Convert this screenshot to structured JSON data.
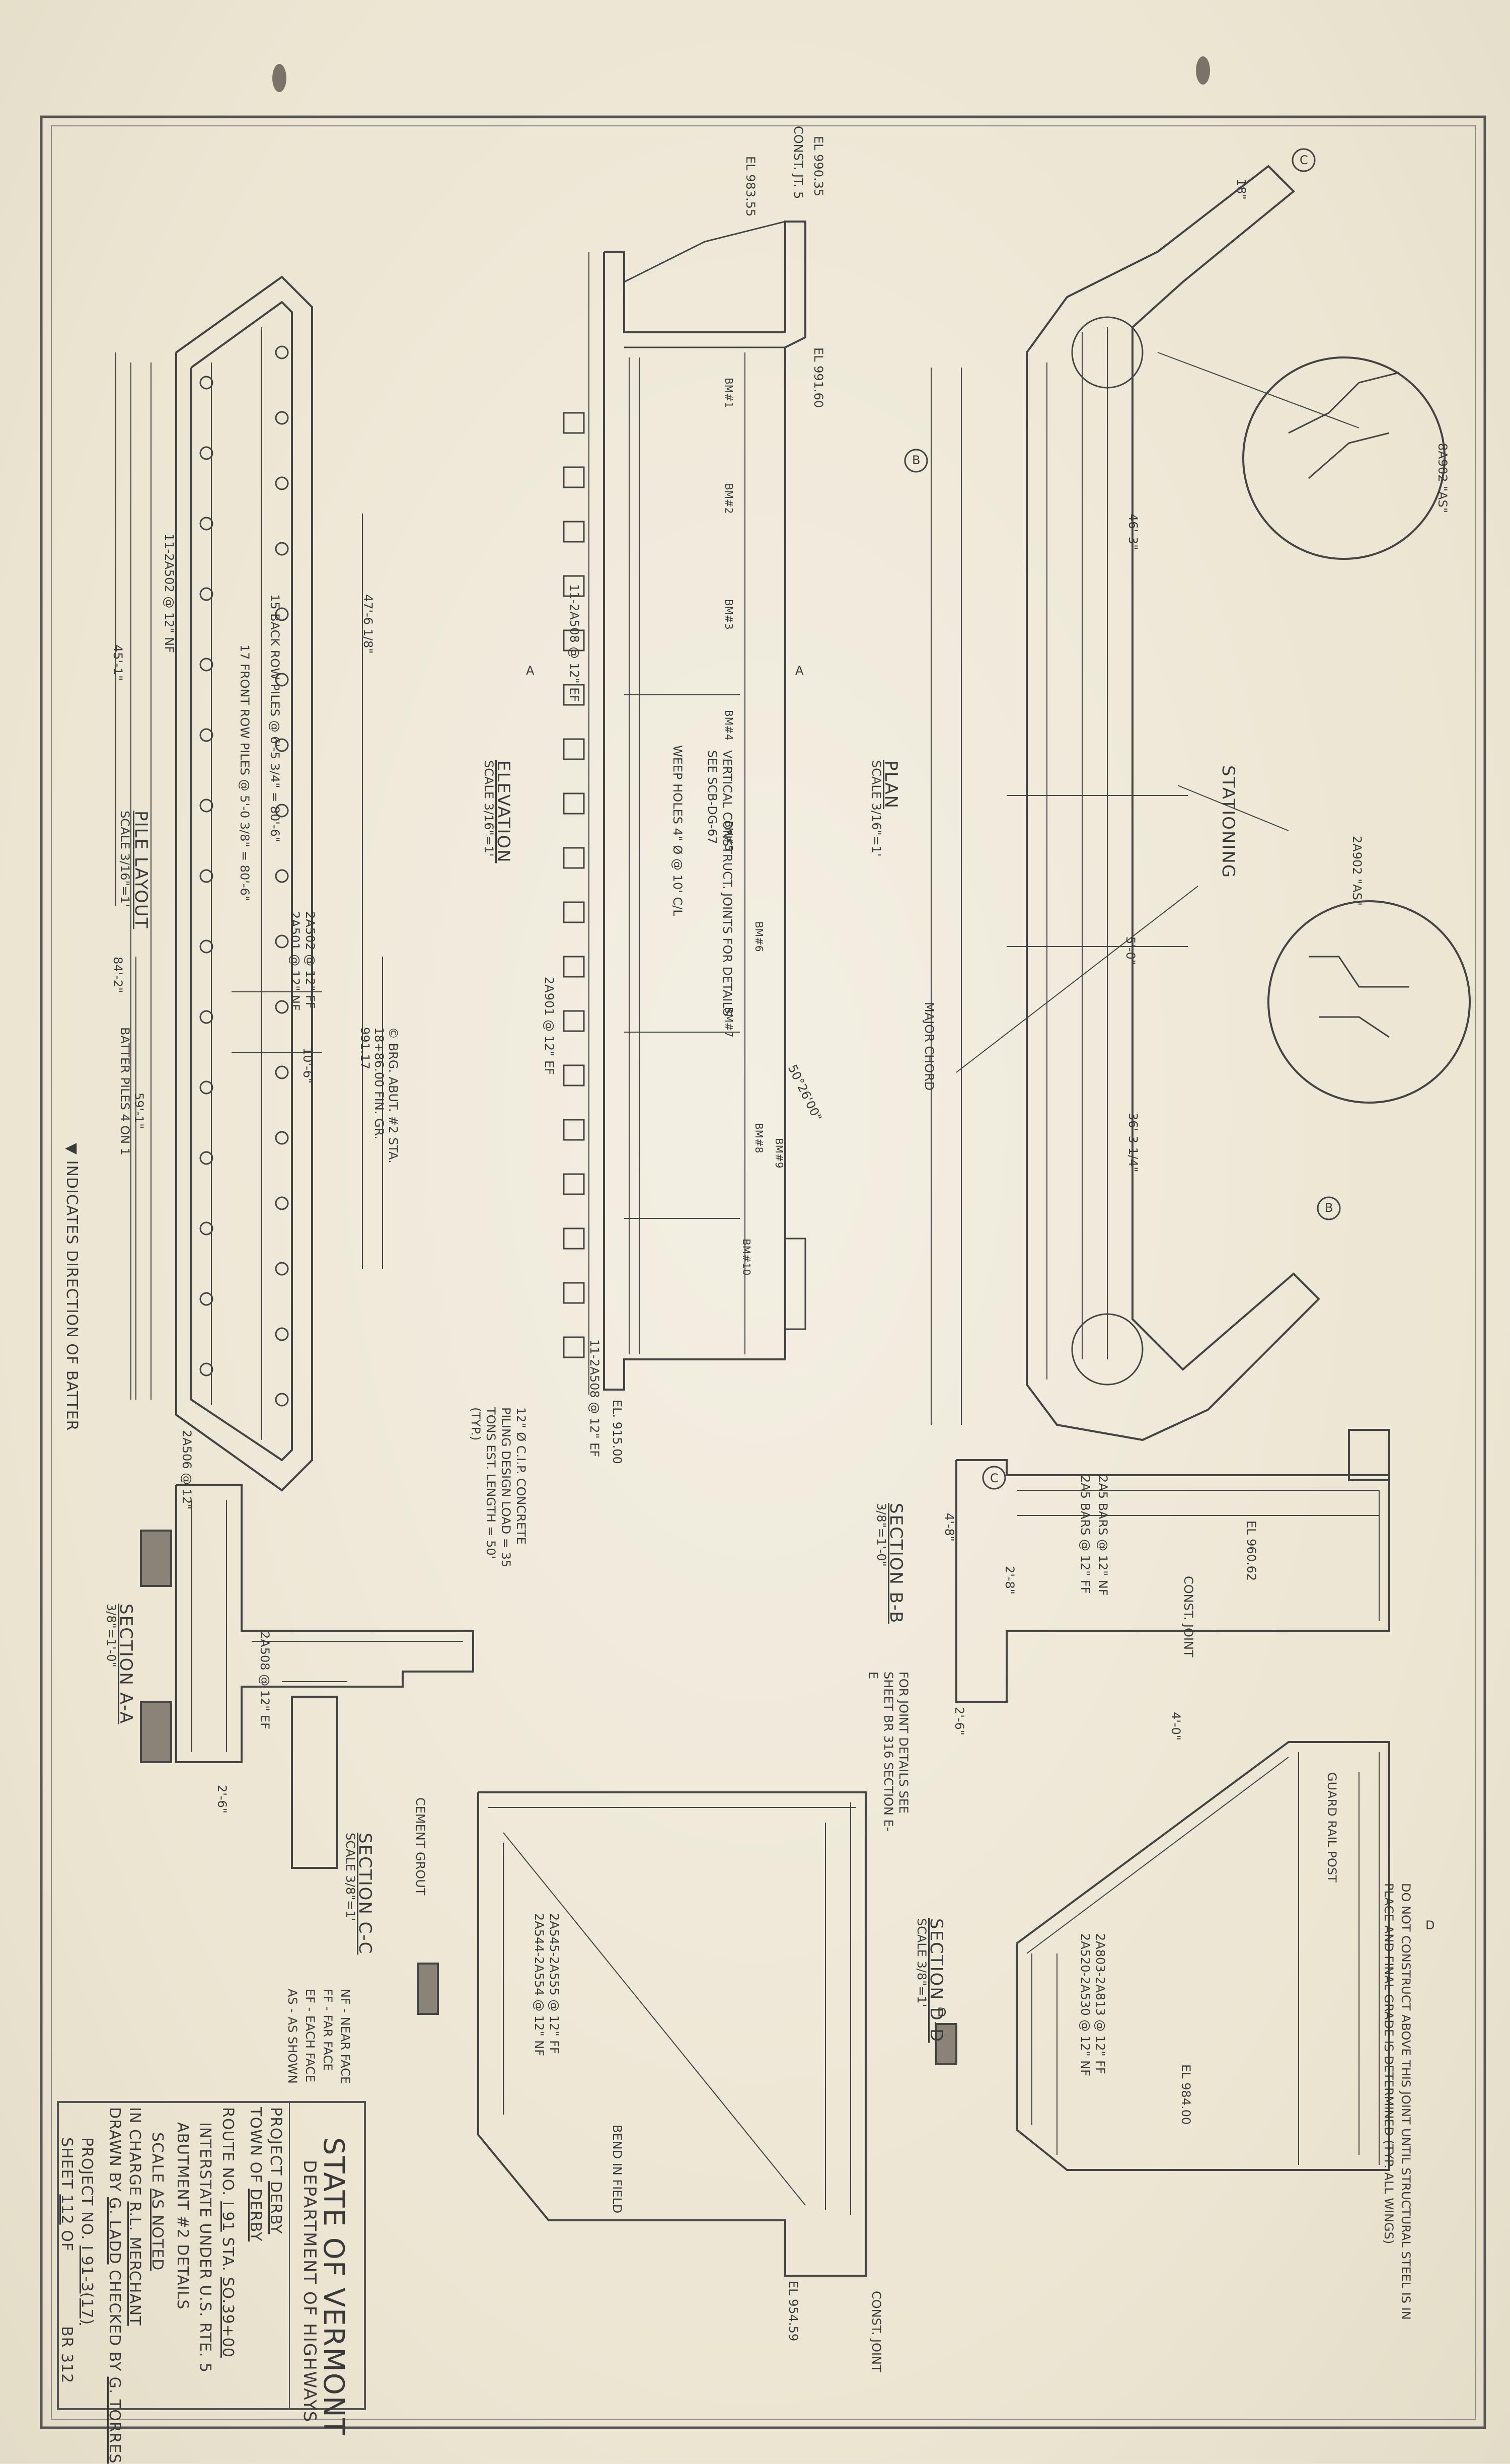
{
  "title_block": {
    "agency": "STATE OF VERMONT",
    "department": "DEPARTMENT OF HIGHWAYS",
    "project_label": "PROJECT",
    "project": "DERBY",
    "town_label": "TOWN OF",
    "town": "DERBY",
    "route_label": "ROUTE NO.",
    "route": "I 91",
    "station_label": "STA.",
    "station": "SO.39+00",
    "description_1": "INTERSTATE UNDER U.S. RTE. 5",
    "description_2": "ABUTMENT #2 DETAILS",
    "scale_label": "SCALE",
    "scale": "AS NOTED",
    "in_charge_label": "IN CHARGE",
    "in_charge": "R.L. MERCHANT",
    "drawn_label": "DRAWN BY",
    "drawn": "G. LADD",
    "checked_label": "CHECKED BY",
    "checked": "G. TORRES",
    "project_no_label": "PROJECT NO.",
    "project_no": "I 91-3(17)",
    "sheet_label": "SHEET",
    "sheet_no": "112",
    "of_label": "OF",
    "sheet_code": "BR 312"
  },
  "views": {
    "pile_layout": "PILE LAYOUT",
    "pile_layout_scale": "SCALE 3/16\"=1'",
    "elevation": "ELEVATION",
    "elevation_scale": "SCALE 3/16\"=1'",
    "plan": "PLAN",
    "plan_scale": "SCALE 3/16\"=1'",
    "section_aa": "SECTION A-A",
    "section_aa_scale": "3/8\"=1'-0\"",
    "section_bb": "SECTION B-B",
    "section_bb_scale": "3/8\"=1'-0\"",
    "section_cc": "SECTION C-C",
    "section_cc_scale": "SCALE 3/8\"=1'",
    "section_dd": "SECTION D-D",
    "section_dd_scale": "SCALE 3/8\"=1'"
  },
  "notes": {
    "batter_note": "▼ INDICATES DIRECTION OF BATTER",
    "batter_piles": "BATTER PILES 4 ON 1",
    "stationing": "STATIONING",
    "major_chord": "MAJOR CHORD",
    "construct_note": "DO NOT CONSTRUCT ABOVE THIS JOINT UNTIL STRUCTURAL STEEL IS IN PLACE AND FINAL GRADE IS DETERMINED (TYP. ALL WINGS)",
    "guard_rail_post": "GUARD RAIL POST",
    "const_joint": "CONST. JOINT",
    "const_joint_2": "CONST. JOINT",
    "vertical_joints": "VERTICAL CONSTRUCT. JOINTS FOR DETAILS SEE SCB-DG-67",
    "weep_holes": "WEEP HOLES 4\" Ø @ 10' C/L",
    "piling_note": "12\" Ø C.I.P. CONCRETE PILING DESIGN LOAD = 35 TONS EST. LENGTH = 50' (TYP.)",
    "legend_nf": "NF - NEAR FACE",
    "legend_ff": "FF - FAR FACE",
    "legend_ef": "EF - EACH FACE",
    "legend_as": "AS - AS SHOWN",
    "cement_grout": "CEMENT GROUT",
    "joint_details": "FOR JOINT DETAILS SEE SHEET BR 316 SECTION E-E",
    "bend_in_field": "BEND IN FIELD",
    "back_piles": "15 BACK ROW PILES @ 6'-5 3/4\" = 80'-6\"",
    "front_piles": "17 FRONT ROW PILES @ 5'-0 3/8\" = 80'-6\""
  },
  "dimensions": {
    "d_45_1": "45'-1\"",
    "d_84_2": "84'-2\"",
    "d_59_1": "59'-1\"",
    "d_47_6": "47'-6 1/8\"",
    "d_10_6": "10'-6\"",
    "d_18": "18\"",
    "d_4_0": "4'-0\"",
    "d_2_6": "2'-6\"",
    "d_50_26": "50°26'00\"",
    "d_36_3": "36'-3 1/4\"",
    "d_46_3": "46'-3\"",
    "d_5_0": "5'-0\"",
    "d_2_8": "2'-8\"",
    "d_4_8": "4'-8\"",
    "d_2_6b": "2'-6\""
  },
  "elevations": {
    "el_top": "EL 990.35",
    "el_const": "CONST. JT. 5",
    "el_983": "EL 983.55",
    "el_991": "EL 991.60",
    "el_915": "EL. 915.00",
    "brg_abut": "© BRG. ABUT. #2 STA. 18+86.00 FIN. GR. 991.17",
    "el_960": "EL 960.62",
    "el_984": "EL 984.00",
    "el_954": "EL 954.59"
  },
  "rebar": {
    "r1": "2A502 @ 12\" FF",
    "r2": "2A501 @ 12\" NF",
    "r3": "11-2A508 @ 12\" EF",
    "r4": "2A5 BARS @ 12\" NF",
    "r5": "2A5 BARS @ 12\" FF",
    "r6": "2A803-2A813 @ 12\" FF",
    "r7": "2A520-2A530 @ 12\" NF",
    "r8": "2A545-2A555 @ 12\" FF",
    "r9": "2A544-2A554 @ 12\" NF",
    "r10": "2A508 @ 12\" EF",
    "r11": "2A901 @ 12\" EF",
    "r12": "11-2A502 @ 12\" NF",
    "r13": "8A902 \"AS\"",
    "r14": "2A902 \"AS\"",
    "r15": "11-2A508 @ 12\" EF",
    "r16": "2A506 @ 12\""
  },
  "bm_labels": [
    "BM#1",
    "BM#2",
    "BM#3",
    "BM#4",
    "BM#5",
    "BM#6",
    "BM#7",
    "BM#8",
    "BM#9",
    "BM#10"
  ],
  "section_markers": [
    "A",
    "A",
    "B",
    "B",
    "C",
    "C",
    "D",
    "D"
  ]
}
